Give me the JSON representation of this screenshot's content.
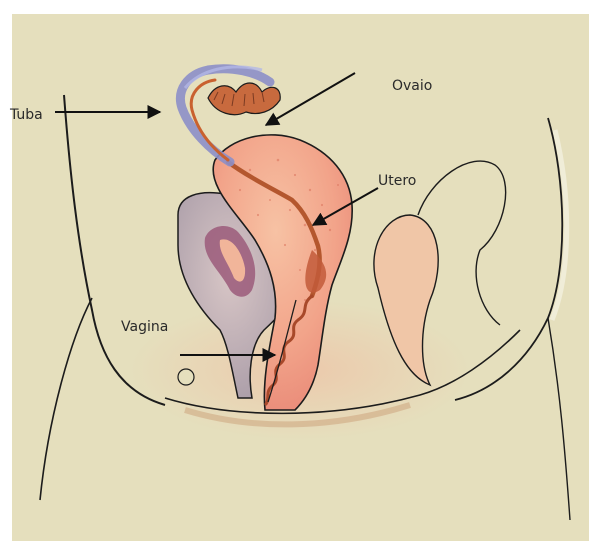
{
  "labels": {
    "tube": "Tuba",
    "ovary": "Ovaio",
    "uterus": "Utero",
    "vagina": "Vagina"
  },
  "colors": {
    "paper": "#e5dfbd",
    "uterus": "#f2a48a",
    "bladder": "#b8a6ad",
    "tube": "#8c8fc8",
    "canal": "#b4572e",
    "outline": "#1c1c1c"
  }
}
